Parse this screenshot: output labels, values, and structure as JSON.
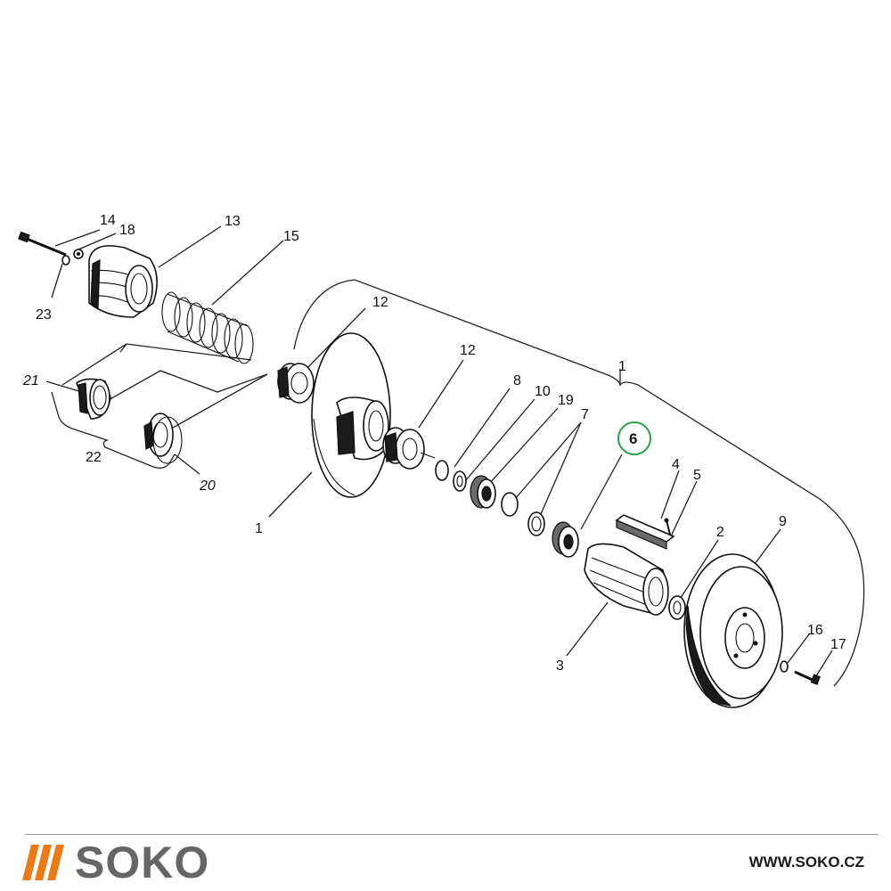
{
  "diagram": {
    "labels": [
      {
        "id": "l14",
        "text": "14"
      },
      {
        "id": "l18",
        "text": "18"
      },
      {
        "id": "l13",
        "text": "13"
      },
      {
        "id": "l15",
        "text": "15"
      },
      {
        "id": "l23",
        "text": "23"
      },
      {
        "id": "l21",
        "text": "21"
      },
      {
        "id": "l22",
        "text": "22"
      },
      {
        "id": "l20",
        "text": "20"
      },
      {
        "id": "l12a",
        "text": "12"
      },
      {
        "id": "l12b",
        "text": "12"
      },
      {
        "id": "l1a",
        "text": "1"
      },
      {
        "id": "l1b",
        "text": "1"
      },
      {
        "id": "l8",
        "text": "8"
      },
      {
        "id": "l10",
        "text": "10"
      },
      {
        "id": "l19",
        "text": "19"
      },
      {
        "id": "l7",
        "text": "7"
      },
      {
        "id": "l6",
        "text": "6"
      },
      {
        "id": "l4",
        "text": "4"
      },
      {
        "id": "l5",
        "text": "5"
      },
      {
        "id": "l2",
        "text": "2"
      },
      {
        "id": "l9",
        "text": "9"
      },
      {
        "id": "l3",
        "text": "3"
      },
      {
        "id": "l16",
        "text": "16"
      },
      {
        "id": "l17",
        "text": "17"
      }
    ],
    "highlight": {
      "part": "6",
      "color": "#2e9e4a"
    }
  },
  "footer": {
    "brand": "SOKO",
    "url": "WWW.SOKO.CZ",
    "brand_color": "#666666",
    "accent_color": "#ee7a16"
  }
}
